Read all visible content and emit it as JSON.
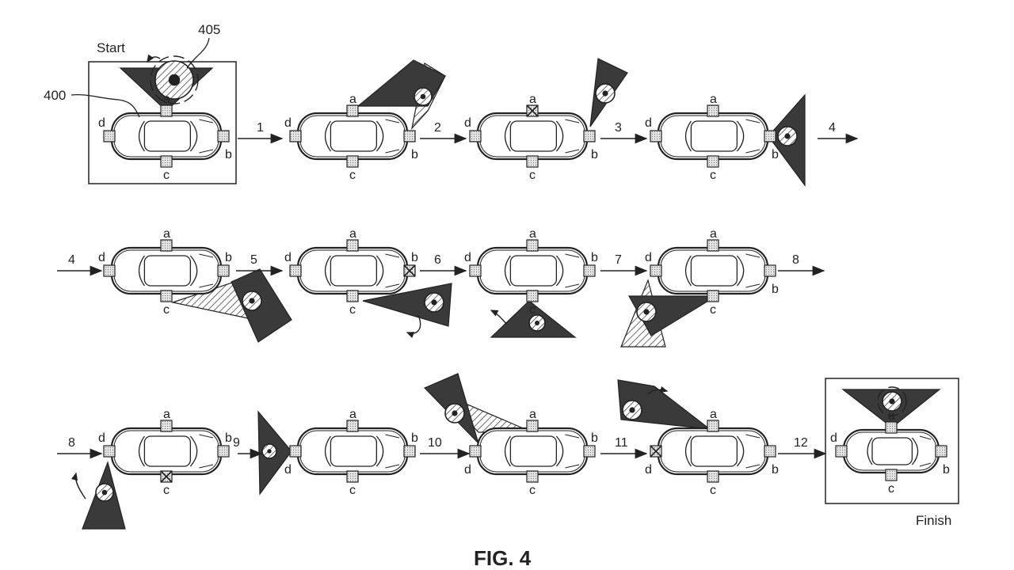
{
  "labels": {
    "start": "Start",
    "finish": "Finish",
    "ref_400": "400",
    "ref_405": "405",
    "caption": "FIG. 4"
  },
  "sensor_letters": {
    "a": "a",
    "b": "b",
    "c": "c",
    "d": "d"
  },
  "step_numbers": [
    "1",
    "2",
    "3",
    "4",
    "4",
    "5",
    "6",
    "7",
    "8",
    "8",
    "9",
    "10",
    "11",
    "12"
  ],
  "colors": {
    "ink": "#222222",
    "sensor_fill": "#c8c8c8",
    "cone_fill": "#3a3a3a",
    "hatch": "#555555",
    "car_body": "#ffffff"
  },
  "frames": [
    {
      "id": "1",
      "cone": "a",
      "hatched_cone": false,
      "blocked": "",
      "boxed": "start"
    },
    {
      "id": "2",
      "cone": "a",
      "hatched_cone": true,
      "blocked": "",
      "boxed": ""
    },
    {
      "id": "3",
      "cone": "b",
      "hatched_cone": false,
      "blocked": "a",
      "boxed": ""
    },
    {
      "id": "4",
      "cone": "b",
      "hatched_cone": false,
      "blocked": "",
      "boxed": ""
    },
    {
      "id": "5",
      "cone": "b",
      "hatched_cone": true,
      "blocked": "",
      "boxed": ""
    },
    {
      "id": "6",
      "cone": "c",
      "hatched_cone": false,
      "blocked": "b",
      "boxed": ""
    },
    {
      "id": "7",
      "cone": "c",
      "hatched_cone": false,
      "blocked": "",
      "boxed": ""
    },
    {
      "id": "8",
      "cone": "c",
      "hatched_cone": true,
      "blocked": "",
      "boxed": ""
    },
    {
      "id": "9",
      "cone": "d",
      "hatched_cone": false,
      "blocked": "c",
      "boxed": ""
    },
    {
      "id": "10",
      "cone": "d",
      "hatched_cone": false,
      "blocked": "",
      "boxed": ""
    },
    {
      "id": "11",
      "cone": "d",
      "hatched_cone": true,
      "blocked": "",
      "boxed": ""
    },
    {
      "id": "12",
      "cone": "a",
      "hatched_cone": false,
      "blocked": "d",
      "boxed": ""
    },
    {
      "id": "13",
      "cone": "a",
      "hatched_cone": false,
      "blocked": "",
      "boxed": "finish"
    }
  ]
}
